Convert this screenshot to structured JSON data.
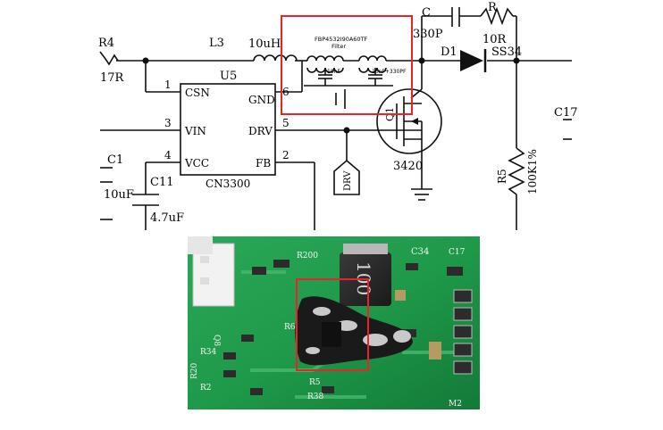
{
  "schematic": {
    "r4": {
      "ref": "R4",
      "value": "17R"
    },
    "l3": {
      "ref": "L3",
      "value": "10uH"
    },
    "u5": {
      "ref": "U5",
      "part": "CN3300",
      "left_pins": [
        {
          "num": "1",
          "name": "CSN"
        },
        {
          "num": "3",
          "name": "VIN"
        },
        {
          "num": "4",
          "name": "VCC"
        }
      ],
      "right_pins": [
        {
          "num": "6",
          "name": "GND"
        },
        {
          "num": "5",
          "name": "DRV"
        },
        {
          "num": "2",
          "name": "FB"
        }
      ]
    },
    "filter": {
      "part": "FBP4532I90A60TF",
      "label": "Filter",
      "cap1": "10nF",
      "cap2": "10nF+330PF"
    },
    "c_top": {
      "ref": "C",
      "value": "330P"
    },
    "r_top": {
      "ref": "R",
      "value": "10R"
    },
    "d1": {
      "ref": "D1",
      "value": "SS34"
    },
    "q1": {
      "ref": "Q1",
      "value": "3420"
    },
    "drv_tag": "DRV",
    "r5": {
      "ref": "R5",
      "value": "100K1%"
    },
    "c1": {
      "ref": "C1",
      "value": "10uF"
    },
    "c11": {
      "ref": "C11",
      "value": "4.7uF"
    },
    "c17": {
      "ref": "C17"
    }
  },
  "photo": {
    "silkscreen": {
      "r200": "R200",
      "c34": "C34",
      "c17": "C17",
      "inductor_marking": "100",
      "r6": "R6",
      "r5": "R5",
      "r38": "R38",
      "r34": "R34",
      "r20": "R20",
      "r2x": "R2",
      "m2": "M2",
      "q8": "Q8"
    }
  },
  "colors": {
    "highlight": "#e8242a",
    "pcb_green": "#1f9a4a",
    "ink": "#111111"
  }
}
